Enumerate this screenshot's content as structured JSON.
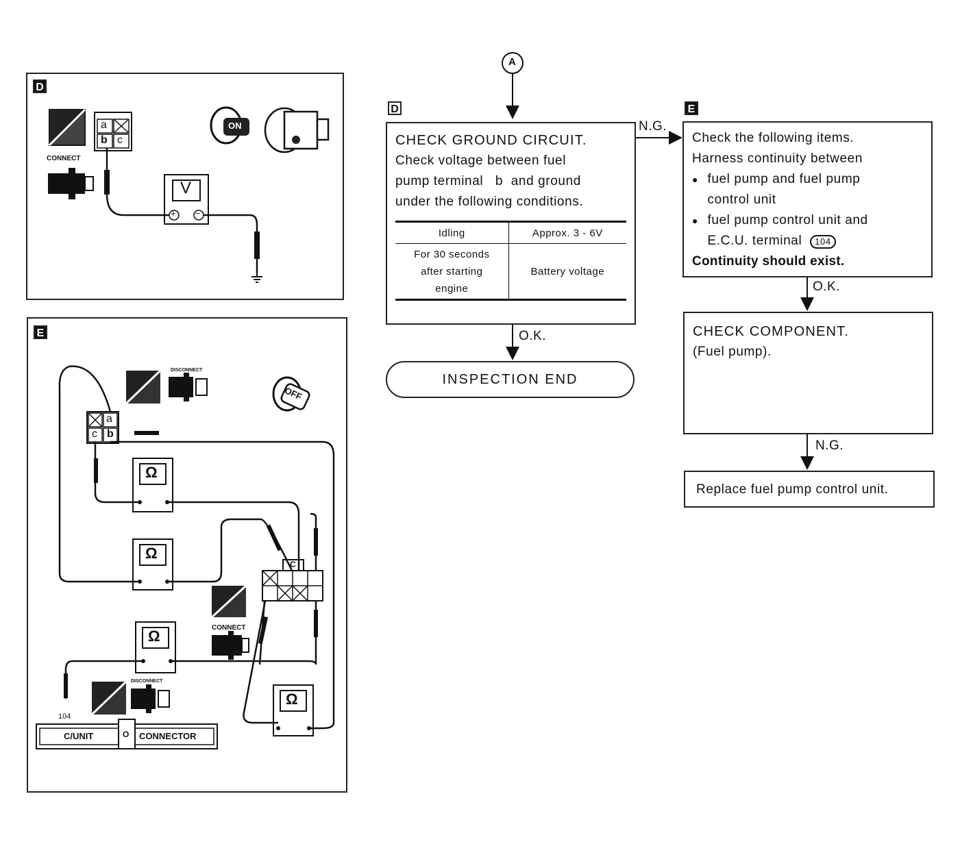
{
  "top_connector": "A",
  "panel_d": {
    "letter": "D",
    "connector_terminals": [
      "a",
      "b",
      "c"
    ],
    "connect_label": "CONNECT",
    "meter_symbol": "V",
    "meter_plus": "+",
    "meter_minus": "−",
    "ignition_label": "ON"
  },
  "panel_e": {
    "letter": "E",
    "disconnect_label": "DISCONNECT",
    "connect_label": "CONNECT",
    "ignition_label": "OFF",
    "connector_terminals": [
      "a",
      "b",
      "c"
    ],
    "ohm_symbol": "Ω",
    "relay_label": "C",
    "terminal_104": "104",
    "cunit_left": "C/UNIT",
    "cunit_right": "CONNECTOR",
    "cunit_mid": "O"
  },
  "flow_d": {
    "letter": "D",
    "title": "CHECK GROUND CIRCUIT.",
    "line1": "Check voltage between fuel",
    "line2_a": "pump terminal",
    "line2_terminal": "b",
    "line2_b": "and ground",
    "line3": "under the following conditions.",
    "table": [
      {
        "condition": "Idling",
        "value": "Approx. 3 - 6V"
      },
      {
        "condition": "For 30 seconds after starting engine",
        "value": "Battery voltage"
      }
    ]
  },
  "flow_e": {
    "letter": "E",
    "line1": "Check the following items.",
    "line2": "Harness continuity between",
    "bullet1_a": "fuel pump and fuel pump",
    "bullet1_b": "control unit",
    "bullet2_a": "fuel pump control unit and",
    "bullet2_b": "E.C.U. terminal",
    "terminal": "104",
    "conclusion": "Continuity should exist."
  },
  "check_component": {
    "title": "CHECK COMPONENT.",
    "subtitle": "(Fuel pump)."
  },
  "replace_box": {
    "text": "Replace fuel pump control unit."
  },
  "inspection_end": "INSPECTION END",
  "labels": {
    "ng": "N.G.",
    "ok": "O.K."
  }
}
